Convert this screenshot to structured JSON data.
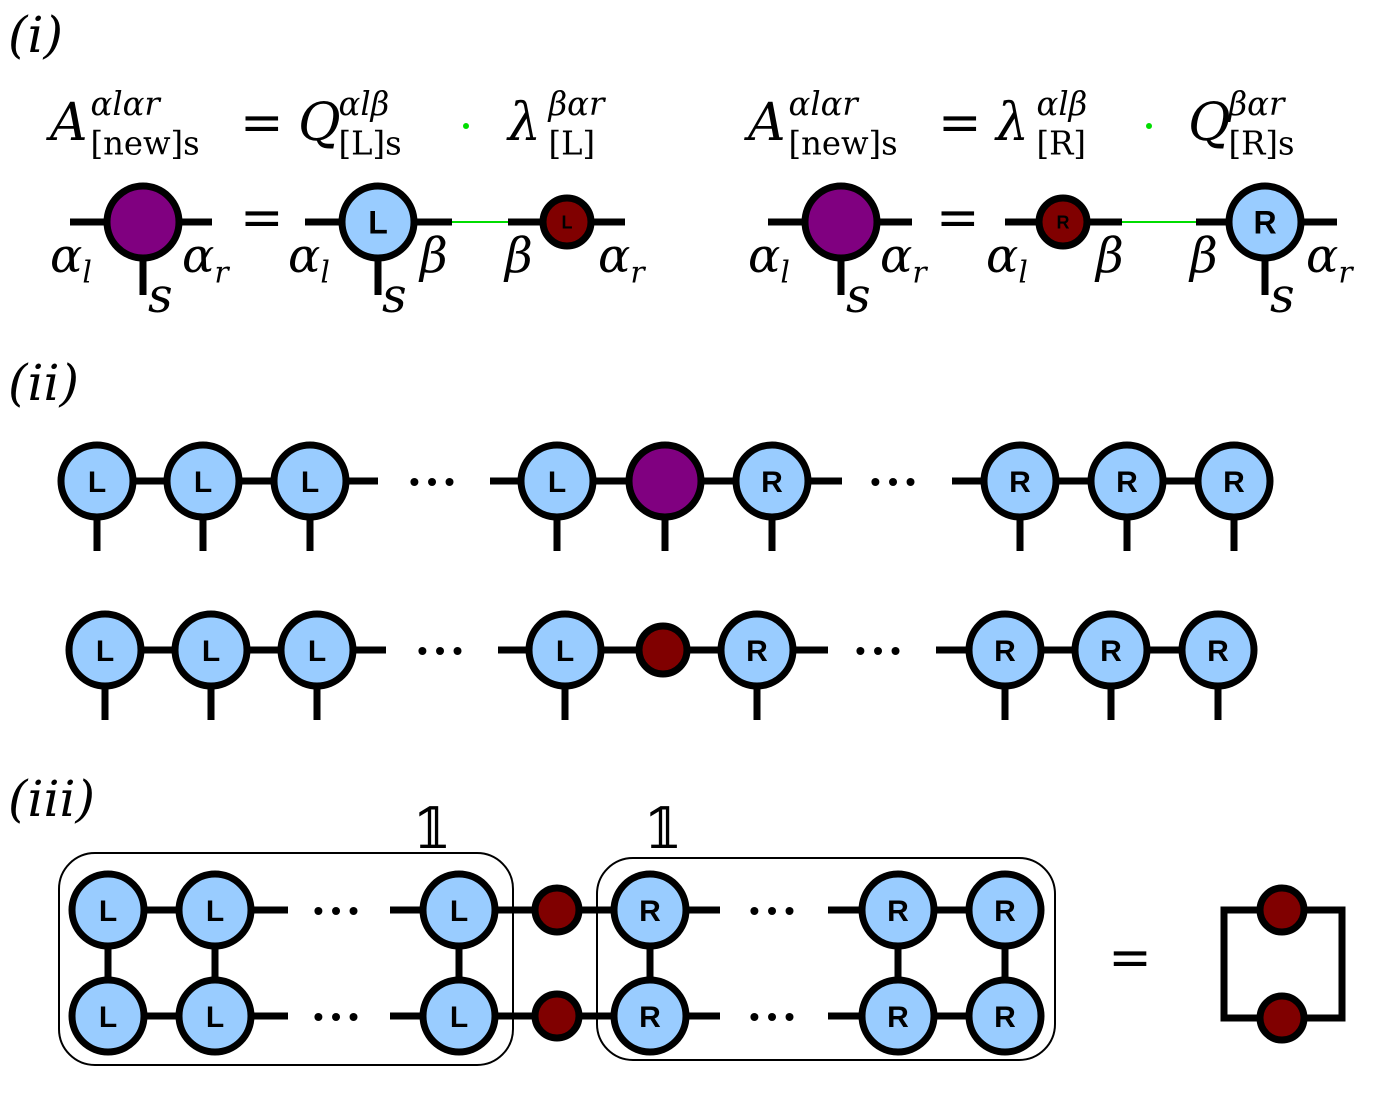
{
  "colors": {
    "blue": "#99ccff",
    "purple": "#800080",
    "darkred": "#800000",
    "green": "#00dd00",
    "stroke": "#000000"
  },
  "panels": {
    "i": {
      "label": "(i)"
    },
    "ii": {
      "label": "(ii)"
    },
    "iii": {
      "label": "(iii)"
    }
  },
  "glyphs": {
    "L": "L",
    "R": "R",
    "dots": "• • •",
    "equals": "=",
    "identity": "𝟙"
  },
  "eq_left": {
    "A": "A",
    "A_sup": "αlαr",
    "A_sub": "[new]s",
    "eq": "=",
    "Q": "Q",
    "Q_sup": "αlβ",
    "Q_sub": "[L]s",
    "lam": "λ",
    "lam_sup": "βαr",
    "lam_sub": "[L]"
  },
  "eq_right": {
    "A": "A",
    "A_sup": "αlαr",
    "A_sub": "[new]s",
    "eq": "=",
    "lam": "λ",
    "lam_sup": "αlβ",
    "lam_sub": "[R]",
    "Q": "Q",
    "Q_sup": "βαr",
    "Q_sub": "[R]s"
  },
  "idx": {
    "alpha_l": "αl",
    "alpha_r": "αr",
    "beta": "β",
    "s": "s"
  }
}
